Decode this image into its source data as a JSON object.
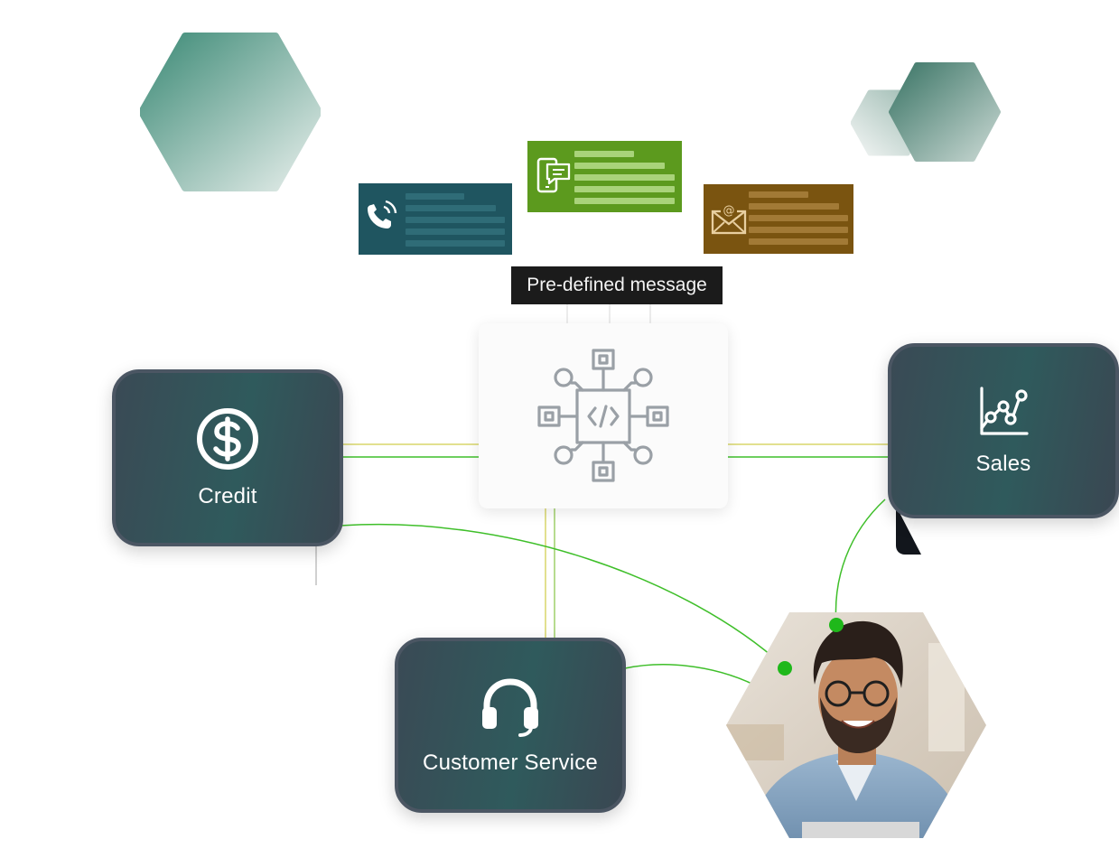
{
  "tooltip": {
    "text": "Pre-defined message"
  },
  "departments": {
    "credit": {
      "label": "Credit",
      "icon": "dollar-circle-icon"
    },
    "sales": {
      "label": "Sales",
      "icon": "line-chart-icon"
    },
    "customer_service": {
      "label": "Customer Service",
      "icon": "headset-icon"
    }
  },
  "hub": {
    "icon": "code-chip-network-icon"
  },
  "message_cards": [
    {
      "channel": "phone-call-icon",
      "color": "#1f5560"
    },
    {
      "channel": "mobile-chat-icon",
      "color": "#5c9a1e"
    },
    {
      "channel": "email-envelope-icon",
      "color": "#7a5410"
    }
  ],
  "colors": {
    "connector_green": "#3fbf2a",
    "connector_yellow": "#d8d66a",
    "hexagon_teal": "#3f8c7b",
    "card_dark": "#35525a"
  }
}
